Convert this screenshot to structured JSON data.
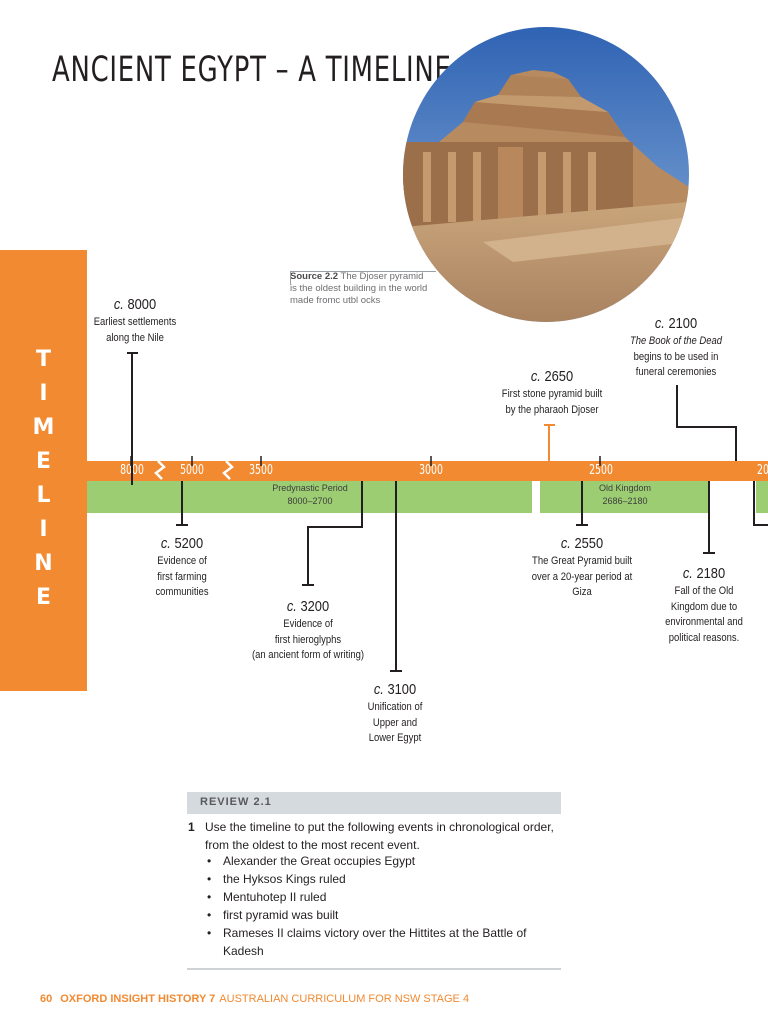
{
  "title": "ANCIENT EGYPT – A TIMELINE",
  "sidebar_letters": [
    "T",
    "I",
    "M",
    "E",
    "L",
    "I",
    "N",
    "E"
  ],
  "source": {
    "label": "Source 2.2",
    "caption": "The Djoser pyramid is the oldest building in the world made fromc utbl ocks"
  },
  "scale": [
    "8000",
    "5000",
    "3500",
    "3000",
    "2500",
    "20"
  ],
  "periods": [
    {
      "name": "Predynastic Period",
      "dates": "8000–2700"
    },
    {
      "name": "Old Kingdom",
      "dates": "2686–2180"
    }
  ],
  "events": [
    {
      "c": "c.",
      "year": "8000",
      "lines": [
        "Earliest settlements",
        "along the Nile"
      ]
    },
    {
      "c": "c.",
      "year": "5200",
      "lines": [
        "Evidence of",
        "first farming",
        "communities"
      ]
    },
    {
      "c": "c.",
      "year": "3200",
      "lines": [
        "Evidence of",
        "first hieroglyphs",
        "(an ancient form of writing)"
      ]
    },
    {
      "c": "c.",
      "year": "3100",
      "lines": [
        "Unification of",
        "Upper and",
        "Lower Egypt"
      ]
    },
    {
      "c": "c.",
      "year": "2650",
      "lines": [
        "First stone pyramid built",
        "by the pharaoh Djoser"
      ]
    },
    {
      "c": "c.",
      "year": "2550",
      "lines": [
        "The Great Pyramid built",
        "over a 20-year period at",
        "Giza"
      ]
    },
    {
      "c": "c.",
      "year": "2180",
      "lines": [
        "Fall of the Old",
        "Kingdom due to",
        "environmental and",
        "political reasons."
      ]
    },
    {
      "c": "c.",
      "year": "2100",
      "lines": [
        "The Book of the Dead",
        "begins to be used in",
        "funeral ceremonies"
      ]
    }
  ],
  "review": {
    "heading": "REVIEW 2.1",
    "number": "1",
    "question": "Use the timeline to put the following events in chronological order, from the oldest to the most recent event.",
    "items": [
      "Alexander the Great occupies Egypt",
      "the Hyksos Kings ruled",
      "Mentuhotep II ruled",
      "first pyramid was built",
      "Rameses II claims victory over the Hittites at the Battle of Kadesh"
    ]
  },
  "footer": {
    "page": "60",
    "brand": "OXFORD INSIGHT HISTORY 7",
    "subtitle": "AUSTRALIAN CURRICULUM FOR NSW STAGE 4"
  },
  "colors": {
    "orange": "#f28a31",
    "green": "#9dcd73",
    "review_bg": "#d5dade"
  }
}
